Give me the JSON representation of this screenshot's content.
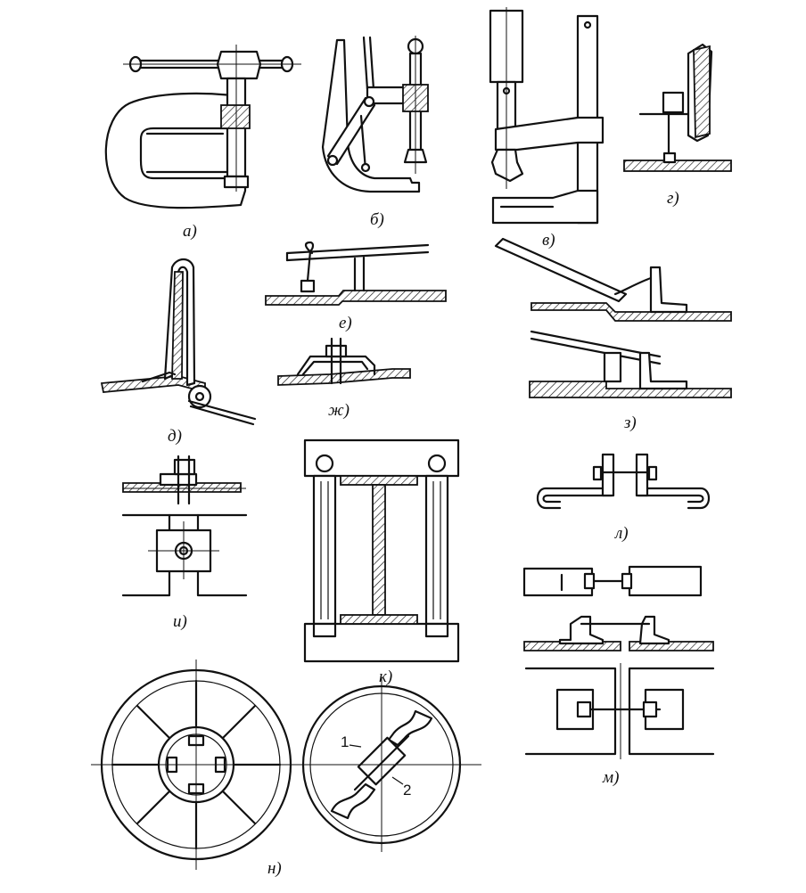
{
  "figures": [
    {
      "id": "a",
      "label": "а)"
    },
    {
      "id": "b",
      "label": "б)"
    },
    {
      "id": "v",
      "label": "в)"
    },
    {
      "id": "g",
      "label": "г)"
    },
    {
      "id": "d",
      "label": "д)"
    },
    {
      "id": "e",
      "label": "е)"
    },
    {
      "id": "zh",
      "label": "ж)"
    },
    {
      "id": "z",
      "label": "з)"
    },
    {
      "id": "i",
      "label": "и)"
    },
    {
      "id": "k",
      "label": "к)"
    },
    {
      "id": "l",
      "label": "л)"
    },
    {
      "id": "m",
      "label": "м)"
    },
    {
      "id": "n",
      "label": "н)"
    }
  ],
  "callouts": {
    "one": "1",
    "two": "2"
  }
}
